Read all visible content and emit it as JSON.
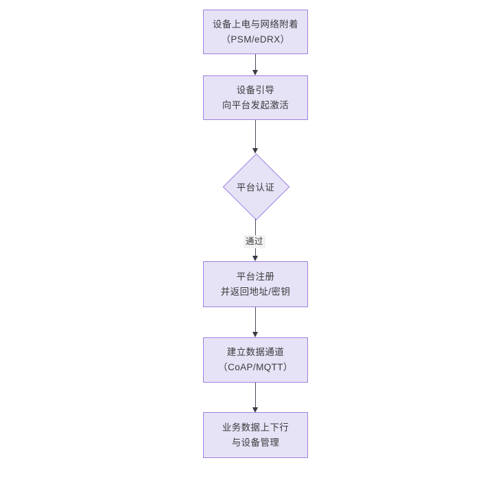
{
  "diagram": {
    "type": "flowchart",
    "orientation": "top-to-bottom",
    "title": "",
    "theme": {
      "node_fill": "#e6e3f7",
      "node_border": "#9f7fe0",
      "text_color": "#3b3b3b",
      "edge_color": "#4a4a56",
      "arrow_color": "#3a3a44",
      "edge_label_bg": "#f2f2f2",
      "canvas_bg": "#ffffff"
    },
    "nodes": [
      {
        "id": "n1",
        "shape": "rectangle",
        "lines": [
          "设备上电与网络附着",
          "（PSM/eDRX）"
        ]
      },
      {
        "id": "n2",
        "shape": "rectangle",
        "lines": [
          "设备引导",
          "向平台发起激活"
        ]
      },
      {
        "id": "n3",
        "shape": "diamond",
        "lines": [
          "平台认证"
        ]
      },
      {
        "id": "n4",
        "shape": "rectangle",
        "lines": [
          "平台注册",
          "并返回地址/密钥"
        ]
      },
      {
        "id": "n5",
        "shape": "rectangle",
        "lines": [
          "建立数据通道",
          "（CoAP/MQTT）"
        ]
      },
      {
        "id": "n6",
        "shape": "rectangle",
        "lines": [
          "业务数据上下行",
          "与设备管理"
        ]
      }
    ],
    "edges": [
      {
        "id": "e1",
        "from": "n1",
        "to": "n2",
        "label": ""
      },
      {
        "id": "e2",
        "from": "n2",
        "to": "n3",
        "label": ""
      },
      {
        "id": "e3",
        "from": "n3",
        "to": "n4",
        "label": "通过"
      },
      {
        "id": "e4",
        "from": "n4",
        "to": "n5",
        "label": ""
      },
      {
        "id": "e5",
        "from": "n5",
        "to": "n6",
        "label": ""
      }
    ]
  }
}
